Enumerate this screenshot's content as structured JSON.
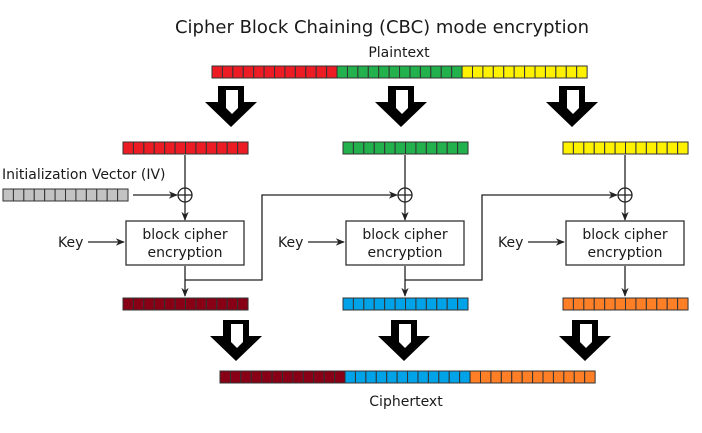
{
  "title": "Cipher Block Chaining (CBC) mode encryption",
  "plaintext_label": "Plaintext",
  "ciphertext_label": "Ciphertext",
  "iv_label": "Initialization Vector (IV)",
  "cells_per_block": 12,
  "colors": {
    "red": "#ed1c24",
    "green": "#22b14c",
    "yellow": "#fff200",
    "gray": "#c3c3c3",
    "dark_red": "#880015",
    "blue": "#00a2e8",
    "orange": "#ff7f27"
  },
  "stages": [
    {
      "plaintext_color": "red",
      "ciphertext_color": "dark_red",
      "key_label": "Key",
      "box_line1": "block cipher",
      "box_line2": "encryption",
      "xor_input": "iv"
    },
    {
      "plaintext_color": "green",
      "ciphertext_color": "blue",
      "key_label": "Key",
      "box_line1": "block cipher",
      "box_line2": "encryption",
      "xor_input": "previous-ciphertext"
    },
    {
      "plaintext_color": "yellow",
      "ciphertext_color": "orange",
      "key_label": "Key",
      "box_line1": "block cipher",
      "box_line2": "encryption",
      "xor_input": "previous-ciphertext"
    }
  ],
  "icons": {
    "xor": "circled-plus",
    "flow": "big-down-arrow"
  }
}
